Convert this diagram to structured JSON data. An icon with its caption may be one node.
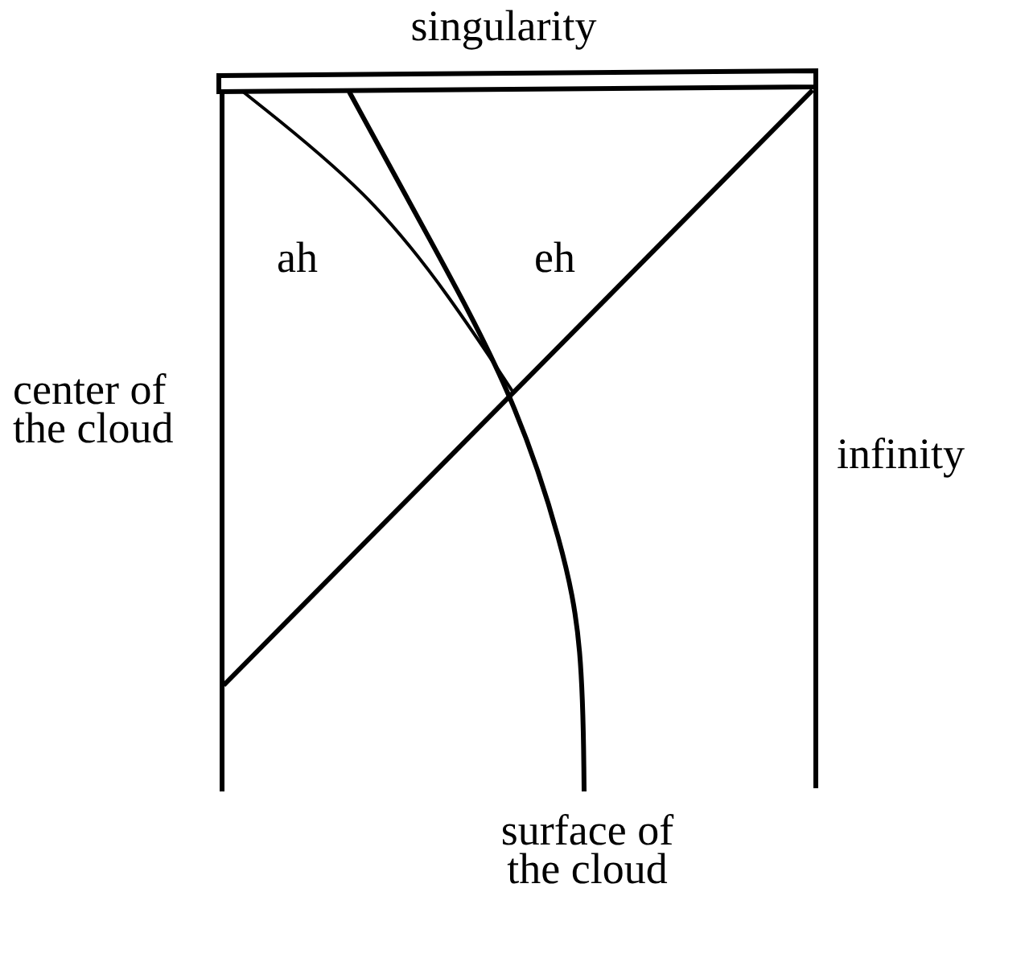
{
  "diagram": {
    "labels": [
      "singularity",
      "ah",
      "eh",
      "center of the cloud",
      "infinity",
      "surface of the cloud"
    ]
  }
}
